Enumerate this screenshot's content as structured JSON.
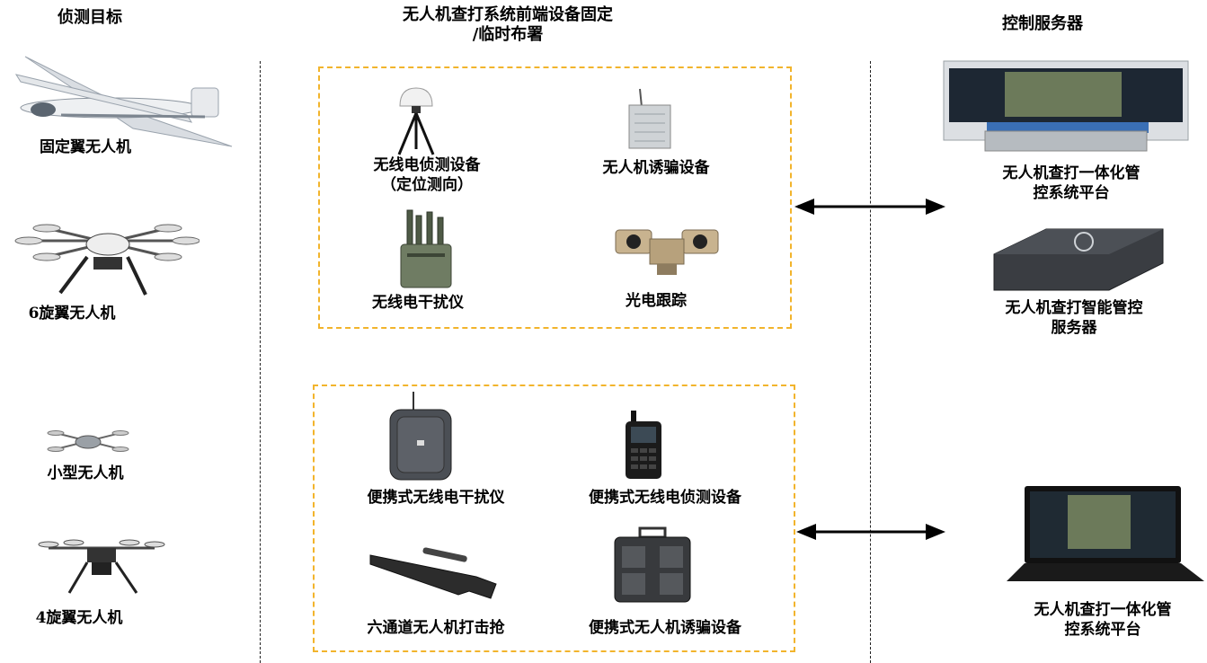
{
  "headers": {
    "targets": "侦测目标",
    "frontend_line1": "无人机查打系统前端设备固定",
    "frontend_line2": "/临时布署",
    "control": "控制服务器"
  },
  "targets": [
    {
      "label": "固定翼无人机",
      "icon": "fixed-wing-drone"
    },
    {
      "label": "6旋翼无人机",
      "icon": "hexacopter-drone"
    },
    {
      "label": "小型无人机",
      "icon": "small-drone"
    },
    {
      "label": "4旋翼无人机",
      "icon": "quadcopter-drone"
    }
  ],
  "fixed_group": [
    {
      "label": "无线电侦测设备",
      "label2": "（定位测向）",
      "icon": "radio-detector"
    },
    {
      "label": "无人机诱骗设备",
      "icon": "spoofing-device"
    },
    {
      "label": "无线电干扰仪",
      "icon": "radio-jammer"
    },
    {
      "label": "光电跟踪",
      "icon": "eo-tracker"
    }
  ],
  "portable_group": [
    {
      "label": "便携式无线电干扰仪",
      "icon": "backpack-jammer"
    },
    {
      "label": "便携式无线电侦测设备",
      "icon": "handheld-detector"
    },
    {
      "label": "六通道无人机打击抢",
      "icon": "jammer-gun"
    },
    {
      "label": "便携式无人机诱骗设备",
      "icon": "portable-spoofer"
    }
  ],
  "servers": [
    {
      "line1": "无人机查打一体化管",
      "line2": "控系统平台",
      "icon": "command-center-screen"
    },
    {
      "line1": "无人机查打智能管控",
      "line2": "服务器",
      "icon": "server-box"
    },
    {
      "line1": "无人机查打一体化管",
      "line2": "控系统平台",
      "icon": "laptop"
    }
  ],
  "colors": {
    "box_border": "#f2b42c",
    "divider": "#222222",
    "arrow": "#000000"
  }
}
